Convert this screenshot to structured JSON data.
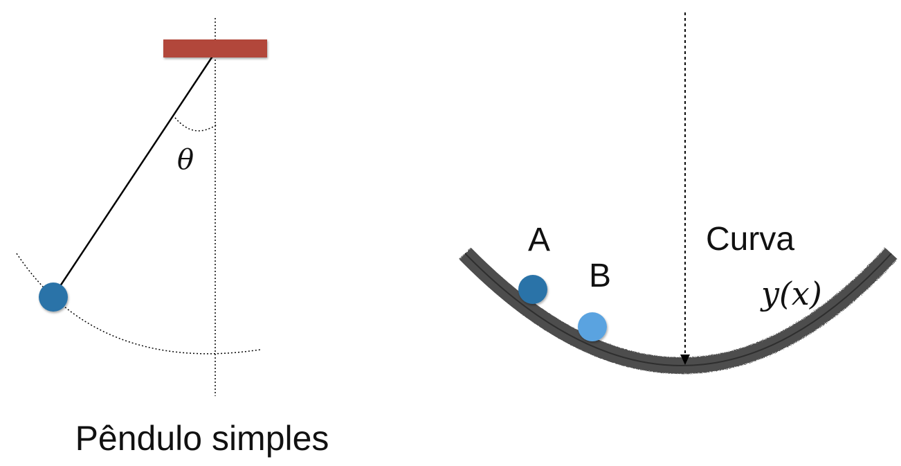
{
  "colors": {
    "support": "#b2473a",
    "bob": "#2a73a8",
    "ball_a": "#2a73a8",
    "ball_b": "#5aa3e0",
    "track": "#4d4d4d",
    "line": "#000000"
  },
  "left_panel": {
    "angle_label": "θ",
    "caption": "Pêndulo simples"
  },
  "right_panel": {
    "label_a": "A",
    "label_b": "B",
    "curve_label": "Curva",
    "function_label": "y(x)"
  }
}
